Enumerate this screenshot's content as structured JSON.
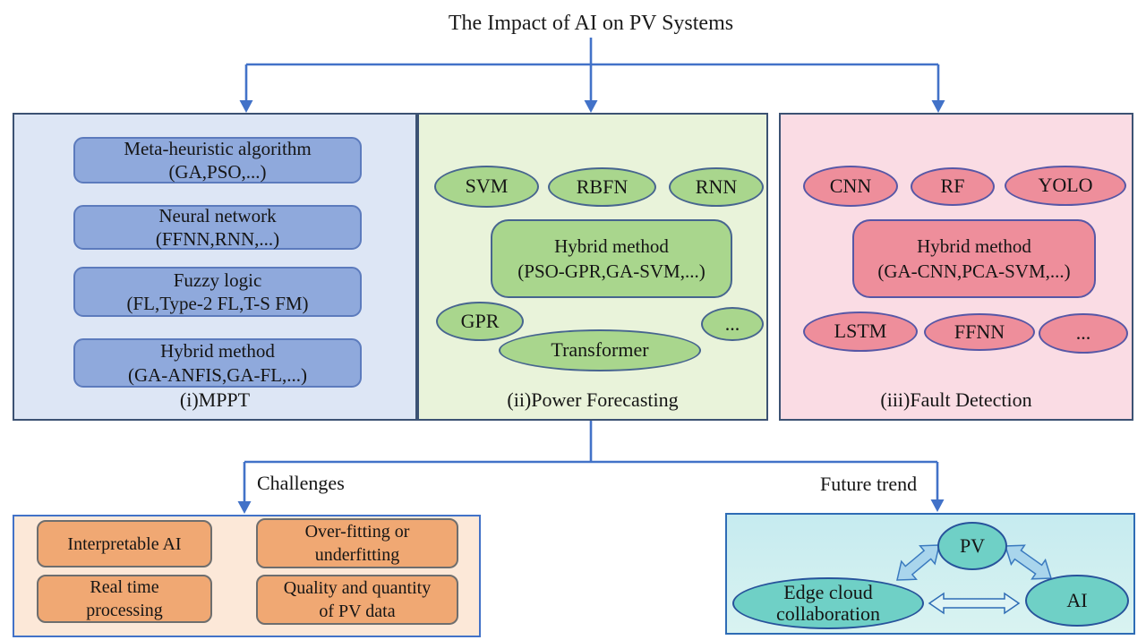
{
  "title": "The Impact of AI on PV Systems",
  "panels": {
    "mppt": {
      "caption": "(i)MPPT",
      "boxes": [
        {
          "text": "Meta-heuristic algorithm\n(GA,PSO,...)"
        },
        {
          "text": "Neural network\n(FFNN,RNN,...)"
        },
        {
          "text": "Fuzzy logic\n(FL,Type-2 FL,T-S FM)"
        },
        {
          "text": "Hybrid method\n(GA-ANFIS,GA-FL,...)"
        }
      ]
    },
    "forecasting": {
      "caption": "(ii)Power Forecasting",
      "top": [
        "SVM",
        "RBFN",
        "RNN"
      ],
      "hybrid": "Hybrid method\n(PSO-GPR,GA-SVM,...)",
      "bottom": [
        "GPR",
        "Transformer",
        "..."
      ]
    },
    "fault": {
      "caption": "(iii)Fault Detection",
      "top": [
        "CNN",
        "RF",
        "YOLO"
      ],
      "hybrid": "Hybrid method\n(GA-CNN,PCA-SVM,...)",
      "bottom": [
        "LSTM",
        "FFNN",
        "..."
      ]
    }
  },
  "challenges": {
    "label": "Challenges",
    "items": [
      {
        "text": "Interpretable AI"
      },
      {
        "text": "Over-fitting or\nunderfitting"
      },
      {
        "text": "Real time\nprocessing"
      },
      {
        "text": "Quality and quantity\nof PV data"
      }
    ]
  },
  "future": {
    "label": "Future trend",
    "nodes": {
      "pv": "PV",
      "edge": "Edge cloud\ncollaboration",
      "ai": "AI"
    }
  },
  "colors": {
    "connector_blue": "#4272c8",
    "panel_border": "#3c5273",
    "mppt_bg": "#dde6f5",
    "mppt_node": "#8fa9dc",
    "forecast_bg": "#e9f3da",
    "forecast_node": "#a9d68d",
    "fault_bg": "#fadce4",
    "fault_node": "#ee8e9b",
    "challenge_bg": "#fce8d8",
    "challenge_node": "#f0a873",
    "future_bg": "#c9edf0",
    "future_node": "#6fd0c6"
  }
}
